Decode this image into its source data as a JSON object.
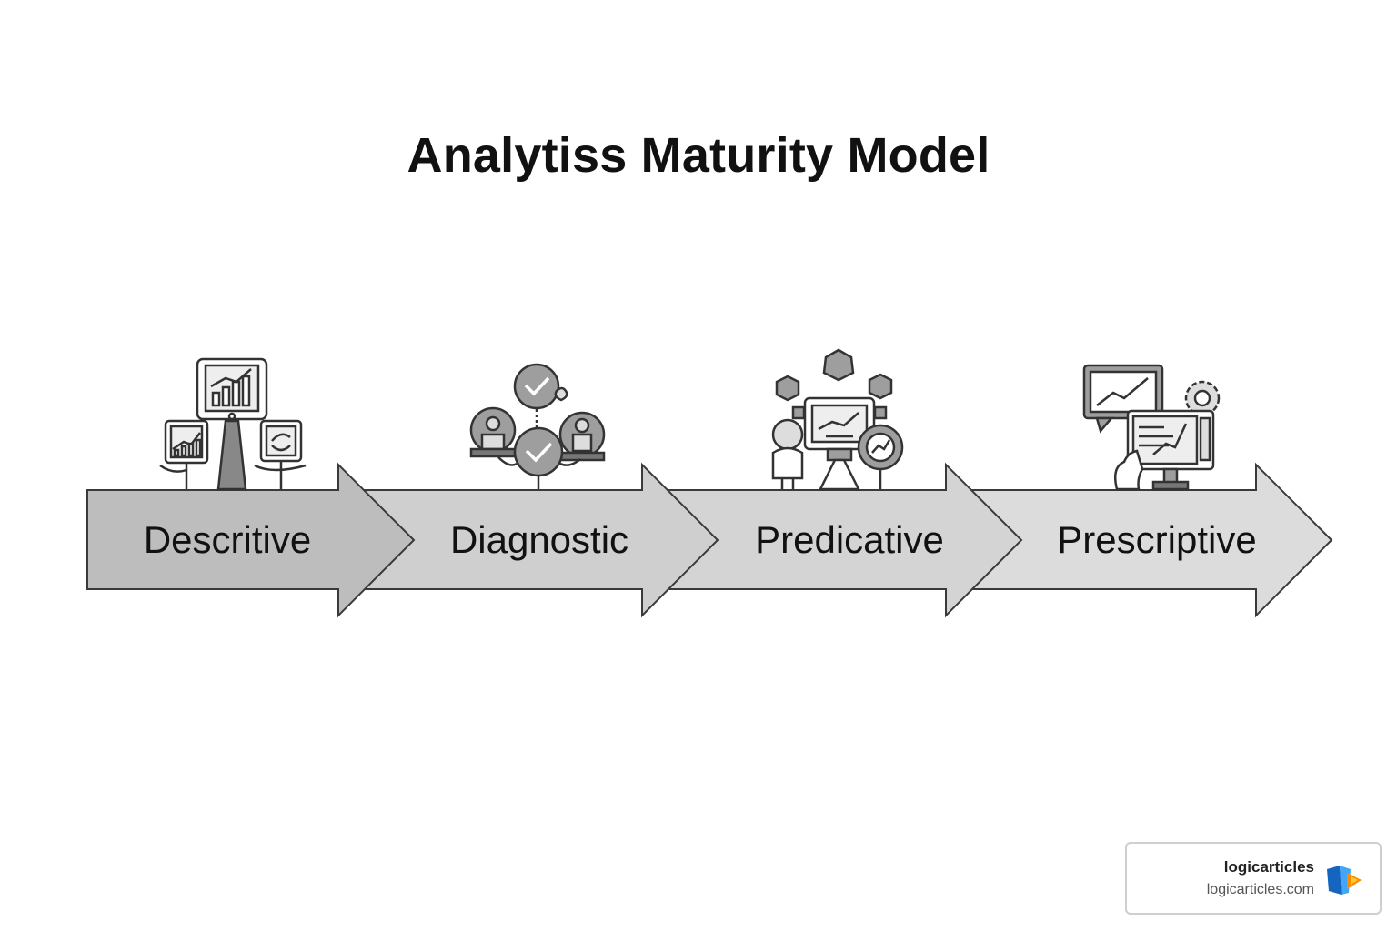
{
  "title": "Analytiss Maturity Model",
  "stages": [
    {
      "label": "Descritive",
      "icon": "dashboard-monitors-icon",
      "fill": "#bdbdbd"
    },
    {
      "label": "Diagnostic",
      "icon": "checkmark-people-icon",
      "fill": "#cfcfcf"
    },
    {
      "label": "Predicative",
      "icon": "forecast-board-icon",
      "fill": "#d4d4d4"
    },
    {
      "label": "Prescriptive",
      "icon": "recommendation-screens-icon",
      "fill": "#dcdcdc"
    }
  ],
  "badge": {
    "name": "logicarticles",
    "url": "logicarticles.com"
  }
}
